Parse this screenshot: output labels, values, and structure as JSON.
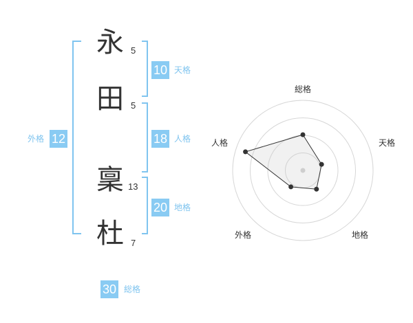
{
  "name": {
    "chars": [
      {
        "char": "永",
        "strokes": "5"
      },
      {
        "char": "田",
        "strokes": "5"
      },
      {
        "char": "稟",
        "strokes": "13"
      },
      {
        "char": "杜",
        "strokes": "7"
      }
    ]
  },
  "kaku": {
    "tenkaku": {
      "value": "10",
      "label": "天格"
    },
    "jinkaku": {
      "value": "18",
      "label": "人格"
    },
    "chikaku": {
      "value": "20",
      "label": "地格"
    },
    "gaikaku": {
      "value": "12",
      "label": "外格"
    },
    "soukaku": {
      "value": "30",
      "label": "総格"
    }
  },
  "colors": {
    "accent": "#89cbf3",
    "bracket": "#7fc4ef",
    "text": "#333333"
  },
  "chart_data": {
    "type": "radar",
    "axes": [
      "総格",
      "天格",
      "地格",
      "外格",
      "人格"
    ],
    "values": [
      0.51,
      0.28,
      0.33,
      0.29,
      0.86
    ],
    "rings": 4,
    "max": 1
  }
}
